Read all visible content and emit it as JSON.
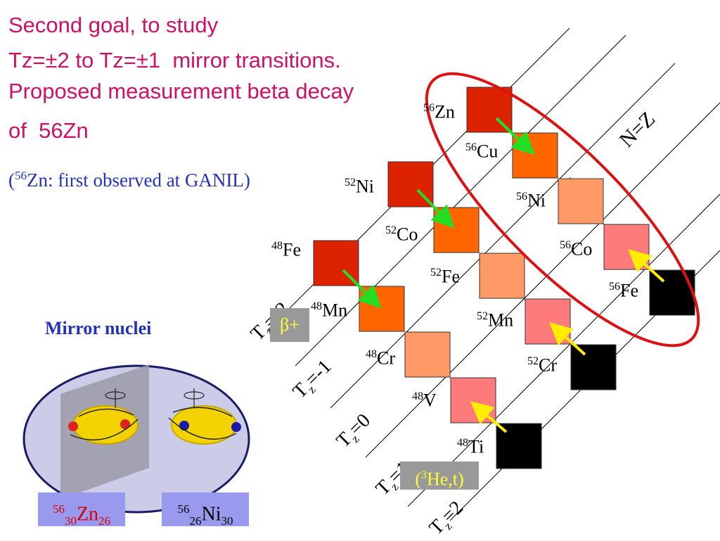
{
  "title": {
    "line1": "Second goal, to study",
    "line2": "Tz=±2 to Tz=±1  mirror transitions.",
    "line3": "Proposed measurement beta decay",
    "line4": "of  56Zn"
  },
  "note": {
    "mass": "56",
    "text": "Zn: first observed at GANIL)",
    "open": "("
  },
  "nuclides": [
    {
      "mass": "56",
      "symbol": "Zn",
      "color": "#dd2200"
    },
    {
      "mass": "56",
      "symbol": "Cu",
      "color": "#ff6600"
    },
    {
      "mass": "56",
      "symbol": "Ni",
      "color": "#ff9966"
    },
    {
      "mass": "56",
      "symbol": "Co",
      "color": "#ff7b7b"
    },
    {
      "mass": "56",
      "symbol": "Fe",
      "color": "#000000"
    },
    {
      "mass": "52",
      "symbol": "Ni",
      "color": "#dd2200"
    },
    {
      "mass": "52",
      "symbol": "Co",
      "color": "#ff6600"
    },
    {
      "mass": "52",
      "symbol": "Fe",
      "color": "#ff9966"
    },
    {
      "mass": "52",
      "symbol": "Mn",
      "color": "#ff7b7b"
    },
    {
      "mass": "52",
      "symbol": "Cr",
      "color": "#000000"
    },
    {
      "mass": "48",
      "symbol": "Fe",
      "color": "#dd2200"
    },
    {
      "mass": "48",
      "symbol": "Mn",
      "color": "#ff6600"
    },
    {
      "mass": "48",
      "symbol": "Cr",
      "color": "#ff9966"
    },
    {
      "mass": "48",
      "symbol": "V",
      "color": "#ff7b7b"
    },
    {
      "mass": "48",
      "symbol": "Ti",
      "color": "#000000"
    }
  ],
  "tz_labels": [
    {
      "prefix": "T",
      "sub": "z",
      "value": "=-2"
    },
    {
      "prefix": "T",
      "sub": "z",
      "value": "=-1"
    },
    {
      "prefix": "T",
      "sub": "z",
      "value": "=0"
    },
    {
      "prefix": "T",
      "sub": "z",
      "value": "=1"
    },
    {
      "prefix": "T",
      "sub": "z",
      "value": "=2"
    }
  ],
  "nz_label": "N=Z",
  "beta_label": "β+",
  "he_label": {
    "open": "(",
    "mass": "3",
    "text": "He,t)"
  },
  "mirror_title": "Mirror nuclei",
  "zn_box": {
    "mass": "56",
    "z": "30",
    "symbol": "Zn",
    "n": "26"
  },
  "ni_box": {
    "mass": "56",
    "z": "26",
    "symbol": "Ni",
    "n": "30"
  },
  "colors": {
    "title": "#cc1166",
    "note": "#2233bb",
    "green_arrow": "#22dd22",
    "yellow_arrow": "#ffee00",
    "ellipse": "#dd1111",
    "badge_bg": "#999999",
    "badge_text": "#ffff33"
  }
}
